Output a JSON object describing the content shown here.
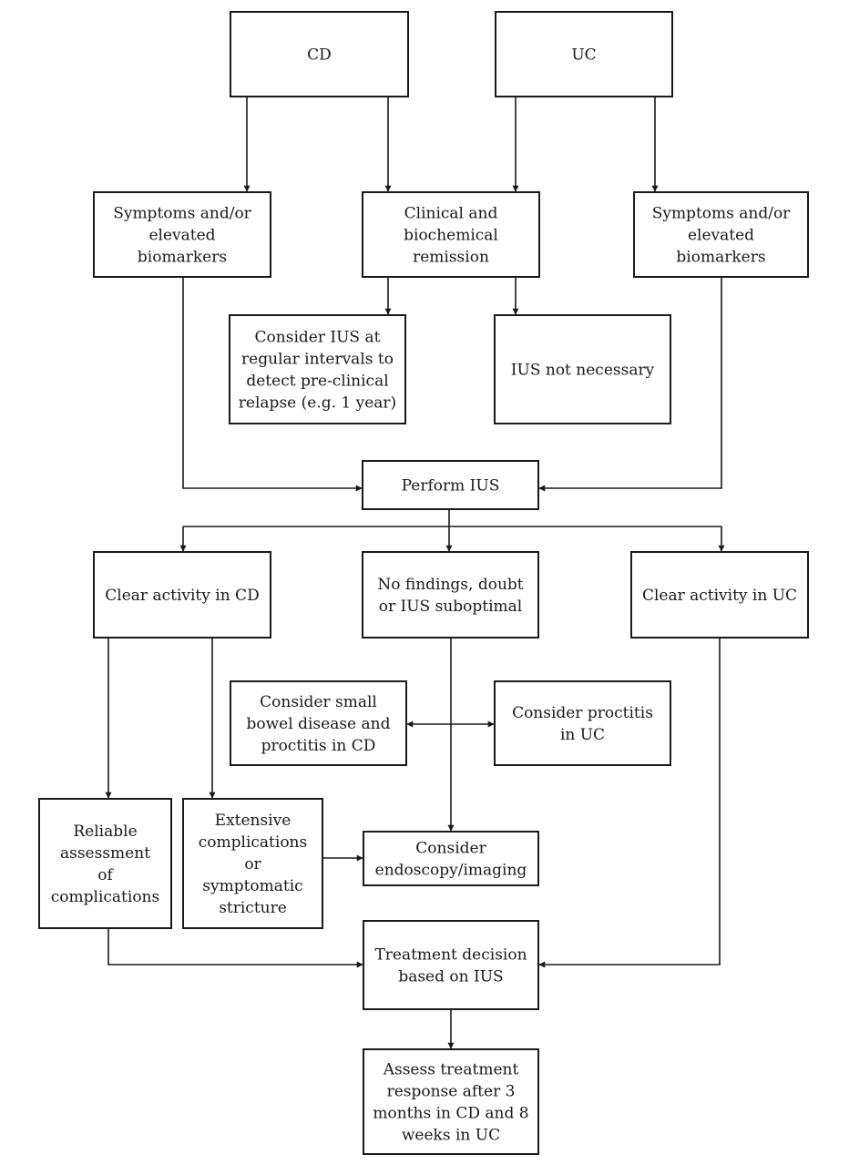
{
  "diagram": {
    "type": "flowchart",
    "nodes": [
      {
        "id": "cd",
        "lines": [
          "CD"
        ]
      },
      {
        "id": "uc",
        "lines": [
          "UC"
        ]
      },
      {
        "id": "cd_symptoms",
        "lines": [
          "Symptoms and/or",
          "elevated",
          "biomarkers"
        ]
      },
      {
        "id": "remission",
        "lines": [
          "Clinical and",
          "biochemical",
          "remission"
        ]
      },
      {
        "id": "uc_symptoms",
        "lines": [
          "Symptoms and/or",
          "elevated",
          "biomarkers"
        ]
      },
      {
        "id": "consider_ius_regular",
        "lines": [
          "Consider IUS at",
          "regular intervals to",
          "detect pre-clinical",
          "relapse (e.g. 1 year)"
        ]
      },
      {
        "id": "ius_not_necessary",
        "lines": [
          "IUS not necessary"
        ]
      },
      {
        "id": "perform_ius",
        "lines": [
          "Perform IUS"
        ]
      },
      {
        "id": "clear_cd",
        "lines": [
          "Clear activity in CD"
        ]
      },
      {
        "id": "no_findings",
        "lines": [
          "No findings, doubt",
          "or IUS suboptimal"
        ]
      },
      {
        "id": "clear_uc",
        "lines": [
          "Clear activity in UC"
        ]
      },
      {
        "id": "small_bowel",
        "lines": [
          "Consider small",
          "bowel disease and",
          "proctitis in CD"
        ]
      },
      {
        "id": "proctitis_uc",
        "lines": [
          "Consider proctitis",
          "in UC"
        ]
      },
      {
        "id": "reliable_assessment",
        "lines": [
          "Reliable",
          "assessment",
          "of",
          "complications"
        ]
      },
      {
        "id": "extensive_complications",
        "lines": [
          "Extensive",
          "complications",
          "or",
          "symptomatic",
          "stricture"
        ]
      },
      {
        "id": "endoscopy",
        "lines": [
          "Consider",
          "endoscopy/imaging"
        ]
      },
      {
        "id": "treatment_decision",
        "lines": [
          "Treatment decision",
          "based on IUS"
        ]
      },
      {
        "id": "assess_response",
        "lines": [
          "Assess treatment",
          "response after 3",
          "months in CD and 8",
          "weeks in UC"
        ]
      }
    ],
    "edges": [
      {
        "from": "cd",
        "to": "cd_symptoms"
      },
      {
        "from": "cd",
        "to": "remission"
      },
      {
        "from": "uc",
        "to": "remission"
      },
      {
        "from": "uc",
        "to": "uc_symptoms"
      },
      {
        "from": "remission",
        "to": "consider_ius_regular"
      },
      {
        "from": "remission",
        "to": "ius_not_necessary"
      },
      {
        "from": "cd_symptoms",
        "to": "perform_ius"
      },
      {
        "from": "uc_symptoms",
        "to": "perform_ius"
      },
      {
        "from": "perform_ius",
        "to": "clear_cd"
      },
      {
        "from": "perform_ius",
        "to": "no_findings"
      },
      {
        "from": "perform_ius",
        "to": "clear_uc"
      },
      {
        "from": "no_findings",
        "to": "small_bowel"
      },
      {
        "from": "no_findings",
        "to": "proctitis_uc"
      },
      {
        "from": "no_findings",
        "to": "endoscopy"
      },
      {
        "from": "clear_cd",
        "to": "reliable_assessment"
      },
      {
        "from": "clear_cd",
        "to": "extensive_complications"
      },
      {
        "from": "extensive_complications",
        "to": "endoscopy"
      },
      {
        "from": "reliable_assessment",
        "to": "treatment_decision"
      },
      {
        "from": "clear_uc",
        "to": "treatment_decision"
      },
      {
        "from": "treatment_decision",
        "to": "assess_response"
      }
    ]
  }
}
